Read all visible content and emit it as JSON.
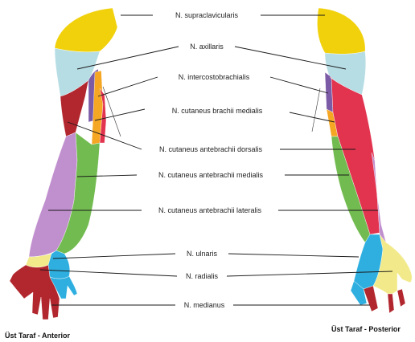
{
  "nerves": [
    {
      "id": "supraclavicularis",
      "label": "N. supraclavicularis",
      "color": "#f1d10c"
    },
    {
      "id": "axillaris",
      "label": "N. axillaris",
      "color": "#b6dde4"
    },
    {
      "id": "intercostobrachialis",
      "label": "N. intercostobrachialis",
      "color": "#7b5aa6"
    },
    {
      "id": "cut-brachii-medialis",
      "label": "N. cutaneus brachii medialis",
      "color": "#f5a623"
    },
    {
      "id": "cut-antebrachii-dorsalis",
      "label": "N. cutaneus antebrachii dorsalis",
      "color": "#e2334f"
    },
    {
      "id": "cut-antebrachii-medialis",
      "label": "N. cutaneus antebrachii medialis",
      "color": "#72bb50"
    },
    {
      "id": "cut-antebrachii-lateralis",
      "label": "N. cutaneus antebrachii lateralis",
      "color": "#c08fce"
    },
    {
      "id": "ulnaris",
      "label": "N. ulnaris",
      "color": "#2eafe0"
    },
    {
      "id": "radialis",
      "label": "N. radialis",
      "color": "#f2ea8a"
    },
    {
      "id": "medianus",
      "label": "N. medianus",
      "color": "#b2262e"
    }
  ],
  "captions": {
    "anterior": "Üst Taraf - Anterior",
    "posterior": "Üst Taraf - Posterior"
  }
}
